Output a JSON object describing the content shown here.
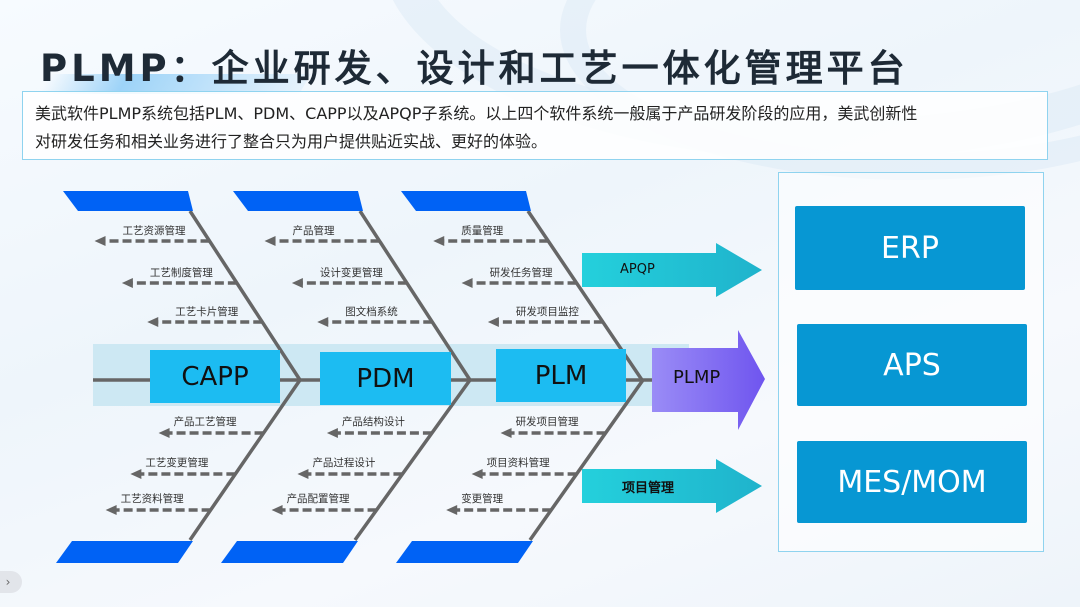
{
  "title": "PLMP：企业研发、设计和工艺一体化管理平台",
  "intro": {
    "line1": "美武软件PLMP系统包括PLM、PDM、CAPP以及APQP子系统。以上四个软件系统一般属于产品研发阶段的应用，美武创新性",
    "line2": "对研发任务和相关业务进行了整合只为用户提供贴近实战、更好的体验。"
  },
  "fishbone": {
    "head": "PLMP",
    "nodes": [
      "CAPP",
      "PDM",
      "PLM"
    ],
    "top_branches": [
      {
        "node": "CAPP",
        "items": [
          "工艺资源管理",
          "工艺制度管理",
          "工艺卡片管理"
        ]
      },
      {
        "node": "PDM",
        "items": [
          "产品管理",
          "设计变更管理",
          "图文档系统"
        ]
      },
      {
        "node": "PLM",
        "items": [
          "质量管理",
          "研发任务管理",
          "研发项目监控"
        ]
      }
    ],
    "bottom_branches": [
      {
        "node": "CAPP",
        "items": [
          "产品工艺管理",
          "工艺变更管理",
          "工艺资料管理"
        ]
      },
      {
        "node": "PDM",
        "items": [
          "产品结构设计",
          "产品过程设计",
          "产品配置管理"
        ]
      },
      {
        "node": "PLM",
        "items": [
          "研发项目管理",
          "项目资料管理",
          "变更管理"
        ]
      }
    ],
    "side_arrows": [
      "APQP",
      "项目管理"
    ]
  },
  "integrations": [
    "ERP",
    "APS",
    "MES/MOM"
  ],
  "nav": {
    "next_icon": "chevron-right-icon",
    "glyph": "›"
  },
  "colors": {
    "bar_blue": "#0062f5",
    "node_cyan": "#1cbcf2",
    "arrow_teal": "#1fc7d6",
    "head_purple": "#8a78f2",
    "sys_blue": "#0797d3",
    "bone_gray": "#666666"
  }
}
